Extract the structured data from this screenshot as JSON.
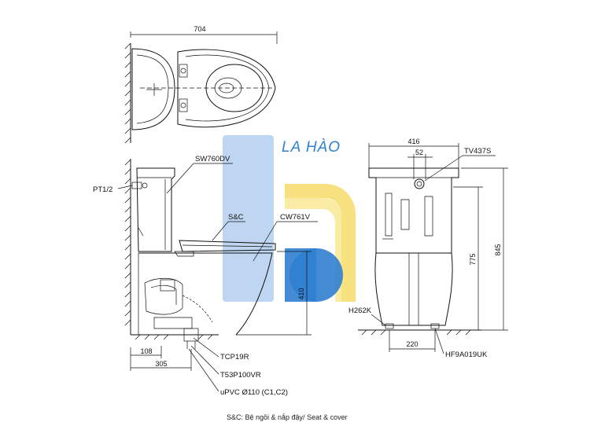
{
  "brand": {
    "logo_text": "LA HÀO",
    "colors": {
      "blue": "#2f80d0",
      "light_blue": "#a8c8ec",
      "yellow": "#f3d34a"
    }
  },
  "labels": {
    "sw760dv": "SW760DV",
    "pt12": "PT1/2",
    "sc": "S&C",
    "cw761v": "CW761V",
    "tcp19r": "TCP19R",
    "t53p100vr": "T53P100VR",
    "upvc": "uPVC Ø110 (C1,C2)",
    "tv437s": "TV437S",
    "h262k": "H262K",
    "hf9a019uk": "HF9A019UK"
  },
  "dimensions": {
    "top_width": "704",
    "height_410": "410",
    "d108": "108",
    "d305": "305",
    "front_width": "416",
    "d52": "52",
    "h775": "775",
    "h845": "845",
    "d220": "220"
  },
  "caption": "S&C: Bệ ngồi & nắp đậy/ Seat & cover"
}
